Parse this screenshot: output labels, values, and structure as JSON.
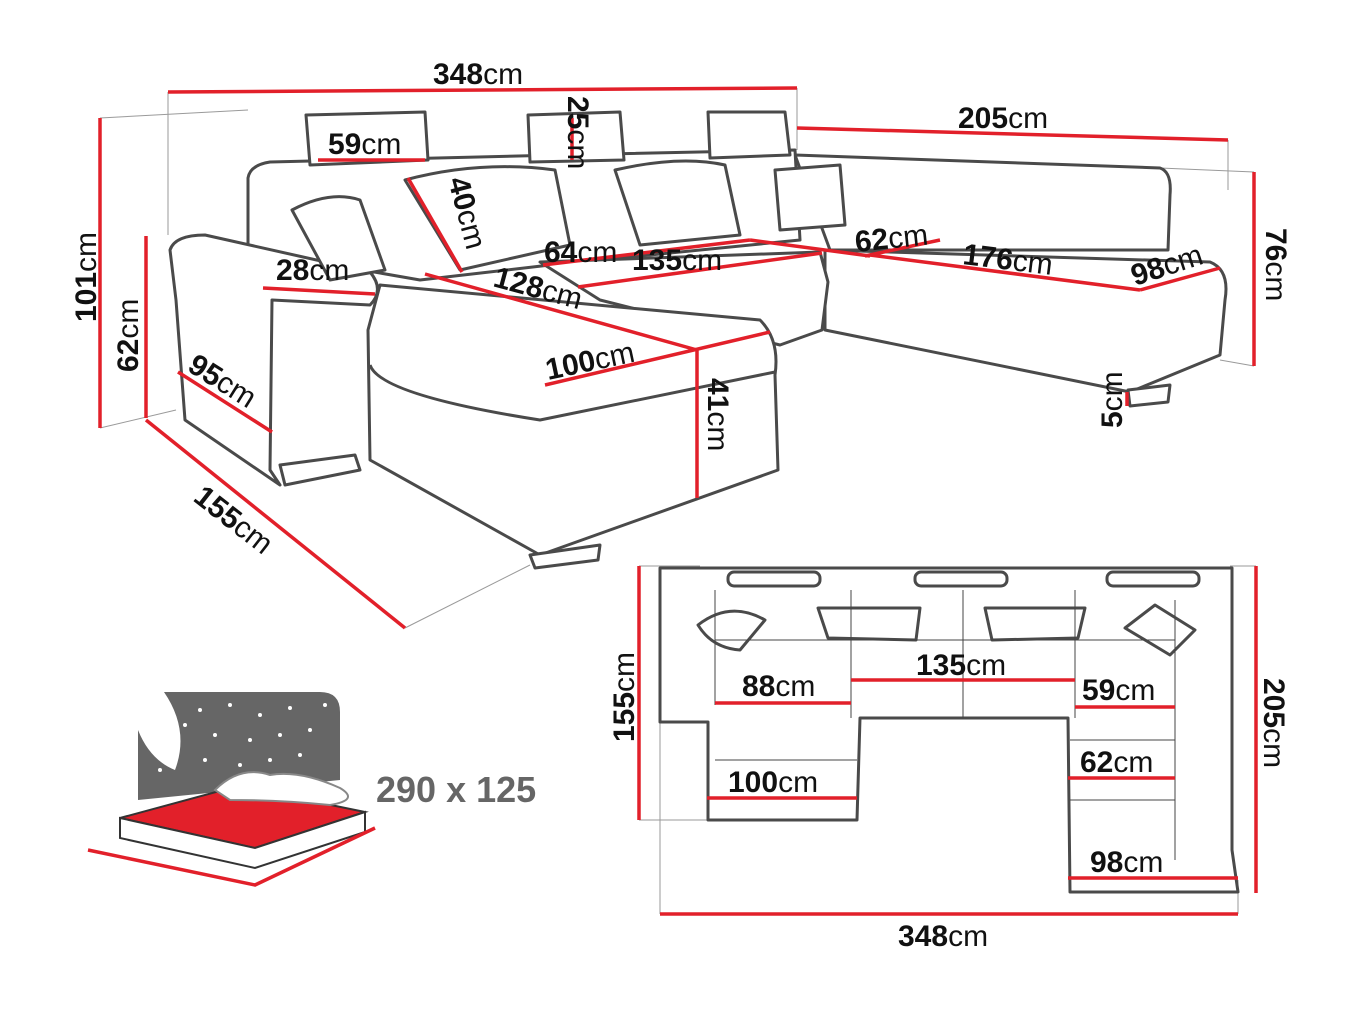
{
  "colors": {
    "dimension_line": "#e2202a",
    "outline": "#4a4a4a",
    "bed_background": "#666666",
    "mattress": "#e2202a"
  },
  "perspective": {
    "width_total": {
      "value": "348",
      "unit": "cm"
    },
    "width_right": {
      "value": "205",
      "unit": "cm"
    },
    "height_total": {
      "value": "101",
      "unit": "cm"
    },
    "height_arm": {
      "value": "62",
      "unit": "cm"
    },
    "headrest_width": {
      "value": "59",
      "unit": "cm"
    },
    "headrest_height": {
      "value": "25",
      "unit": "cm"
    },
    "back_height": {
      "value": "40",
      "unit": "cm"
    },
    "arm_width": {
      "value": "28",
      "unit": "cm"
    },
    "seat_depth_middle": {
      "value": "64",
      "unit": "cm"
    },
    "middle_width": {
      "value": "135",
      "unit": "cm"
    },
    "right_depth": {
      "value": "62",
      "unit": "cm"
    },
    "right_width": {
      "value": "176",
      "unit": "cm"
    },
    "right_end": {
      "value": "98",
      "unit": "cm"
    },
    "right_height": {
      "value": "76",
      "unit": "cm"
    },
    "chaise_length": {
      "value": "128",
      "unit": "cm"
    },
    "chaise_width": {
      "value": "100",
      "unit": "cm"
    },
    "arm_length": {
      "value": "95",
      "unit": "cm"
    },
    "seat_height": {
      "value": "41",
      "unit": "cm"
    },
    "leg_height": {
      "value": "5",
      "unit": "cm"
    },
    "depth_left": {
      "value": "155",
      "unit": "cm"
    }
  },
  "plan": {
    "left_depth": {
      "value": "155",
      "unit": "cm"
    },
    "left_seat": {
      "value": "88",
      "unit": "cm"
    },
    "middle": {
      "value": "135",
      "unit": "cm"
    },
    "right_seat": {
      "value": "59",
      "unit": "cm"
    },
    "right_mid": {
      "value": "62",
      "unit": "cm"
    },
    "left_chaise": {
      "value": "100",
      "unit": "cm"
    },
    "right_end": {
      "value": "98",
      "unit": "cm"
    },
    "right_depth": {
      "value": "205",
      "unit": "cm"
    },
    "total_width": {
      "value": "348",
      "unit": "cm"
    }
  },
  "bed": {
    "size": "290 x 125",
    "icon": "sleeping-function-icon"
  }
}
